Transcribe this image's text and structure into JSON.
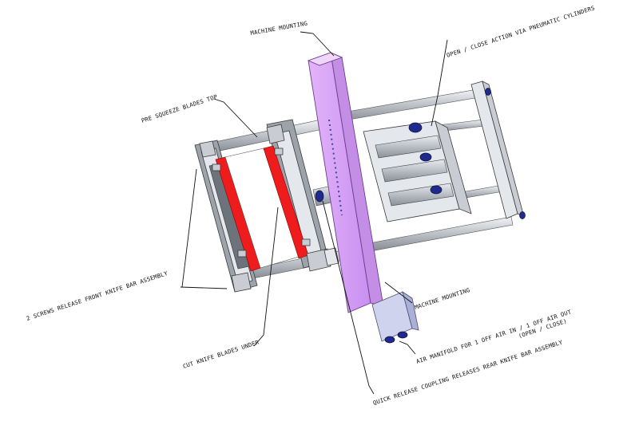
{
  "labels": {
    "machine_mounting_top": "MACHINE MOUNTING",
    "open_close_action": "OPEN / CLOSE ACTION VIA PNEUMATIC CYLINDERS",
    "pre_squeeze_blades": "PRE SQUEEZE BLADES TOP",
    "screws_release": "2 SCREWS RELEASE FRONT KNIFE BAR ASSEMBLY",
    "cut_knife_blades": "CUT KNIFE BLADES UNDER",
    "machine_mounting_bottom": "MACHINE MOUNTING",
    "air_manifold_line1": "AIR MANIFOLD FOR 1 OFF AIR IN / 1 OFF AIR OUT",
    "air_manifold_line2": "(OPEN / CLOSE)",
    "quick_release": "QUICK RELEASE COUPLING RELEASES REAR KNIFE BAR ASSEMBLY"
  },
  "colors": {
    "mounting_plate": "#d9a4f5",
    "blade_red": "#ee1c1c",
    "fitting_blue": "#1f2a8c",
    "steel": "#c9cdd3"
  }
}
